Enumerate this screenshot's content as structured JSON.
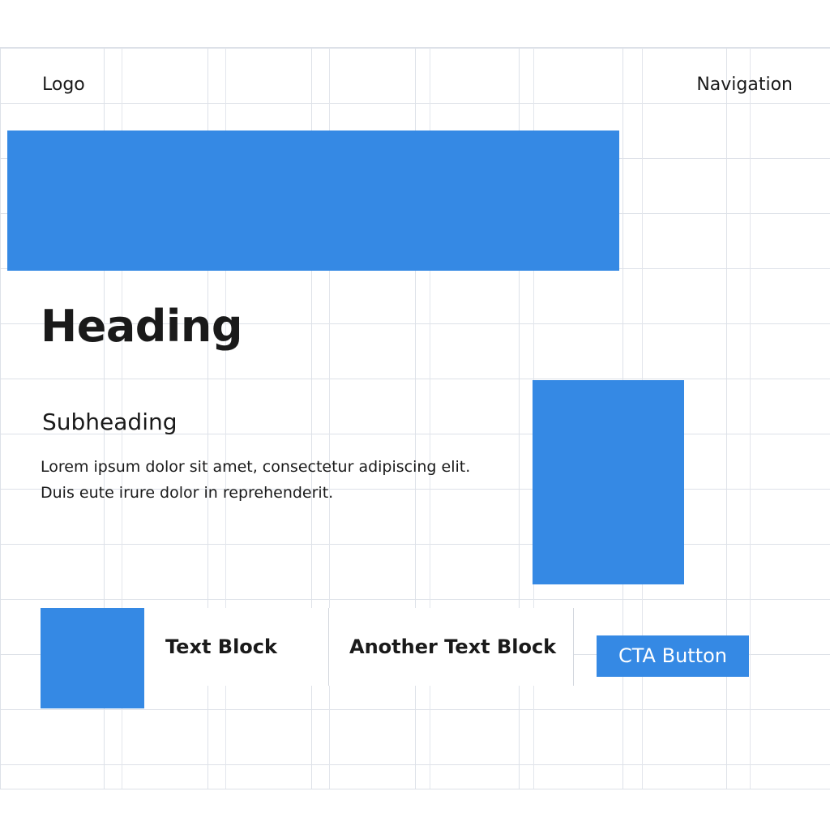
{
  "header": {
    "logo_label": "Logo",
    "navigation_label": "Navigation"
  },
  "main": {
    "heading": "Heading",
    "subheading": "Subheading",
    "paragraph_lines": [
      "Lorem ipsum dolor sit amet, consectetur adipiscing elit.",
      "Duis eute irure dolor in reprehenderit."
    ]
  },
  "blocks": {
    "text_block": "Text Block",
    "another_text_block": "Another Text Block",
    "cta_label": "CTA Button"
  },
  "colors": {
    "accent": "#3589e4",
    "grid": "#dde1e8",
    "text": "#1a1a1a",
    "background": "#ffffff"
  }
}
